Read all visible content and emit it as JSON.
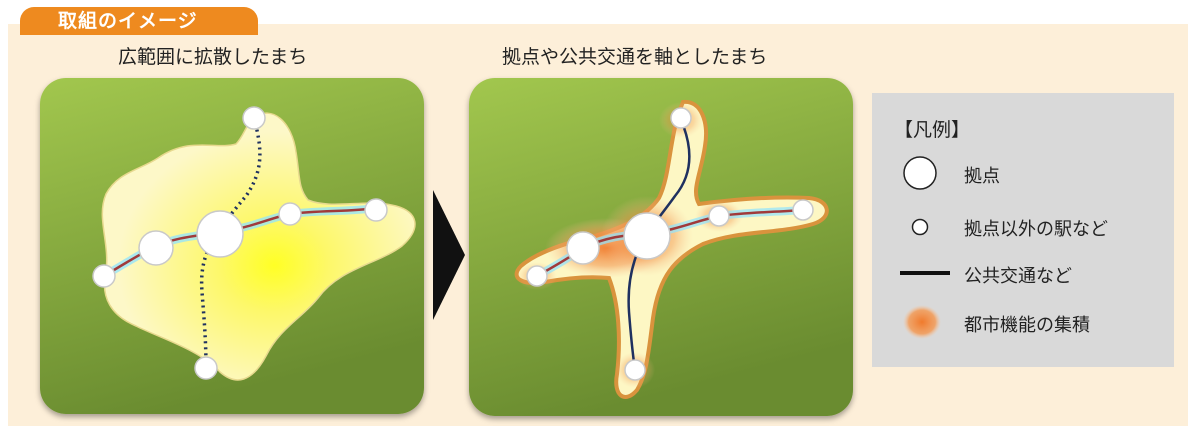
{
  "header": {
    "tab_label": "取組のイメージ"
  },
  "captions": {
    "left": "広範囲に拡散したまち",
    "right": "拠点や公共交通を軸としたまち"
  },
  "legend": {
    "title": "【凡例】",
    "items": [
      {
        "icon": "large-white-circle",
        "label": "拠点"
      },
      {
        "icon": "small-white-circle",
        "label": "拠点以外の駅など"
      },
      {
        "icon": "black-line",
        "label": "公共交通など"
      },
      {
        "icon": "orange-blob",
        "label": "都市機能の集積"
      }
    ]
  },
  "colors": {
    "header_orange": "#ee8a1f",
    "panel_background": "#fdefd9",
    "map_green_light": "#9ec44a",
    "map_green_dark": "#6f9233",
    "city_cream": "#fdf7c4",
    "city_yellow_center": "#ffff30",
    "rail_red": "#a03a3a",
    "rail_cyan_glow": "#8fe3ff",
    "transit_navy": "#1f3160",
    "concentration_orange": "#f08a3c",
    "legend_gray": "#d9d9d9"
  }
}
